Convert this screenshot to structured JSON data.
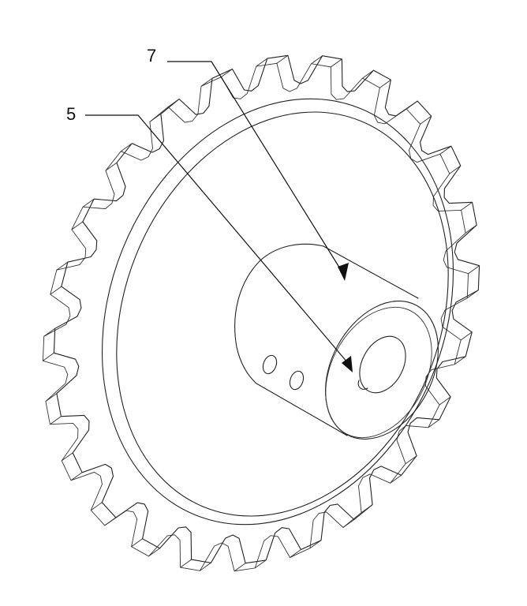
{
  "callouts": [
    {
      "id": "label-7",
      "text": "7"
    },
    {
      "id": "label-5",
      "text": "5"
    }
  ]
}
